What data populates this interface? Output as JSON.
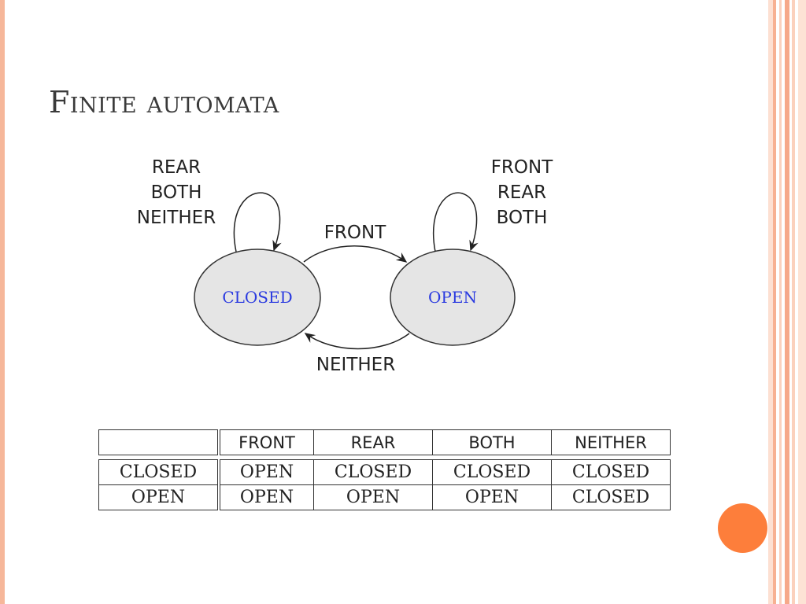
{
  "slide": {
    "title": "Finite automata"
  },
  "diagram": {
    "states": [
      {
        "id": "closed",
        "label": "CLOSED"
      },
      {
        "id": "open",
        "label": "OPEN"
      }
    ],
    "loop_closed": [
      "REAR",
      "BOTH",
      "NEITHER"
    ],
    "loop_open": [
      "FRONT",
      "REAR",
      "BOTH"
    ],
    "edge_closed_to_open": "FRONT",
    "edge_open_to_closed": "NEITHER"
  },
  "table": {
    "headers": [
      "",
      "FRONT",
      "REAR",
      "BOTH",
      "NEITHER"
    ],
    "rows": [
      [
        "CLOSED",
        "OPEN",
        "CLOSED",
        "CLOSED",
        "CLOSED"
      ],
      [
        "OPEN",
        "OPEN",
        "OPEN",
        "OPEN",
        "CLOSED"
      ]
    ]
  },
  "colors": {
    "accent": "#fd7e3b",
    "state_fill": "#e5e5e5",
    "state_text": "#2a3ae0",
    "border_stripes": "#f6a98a"
  }
}
